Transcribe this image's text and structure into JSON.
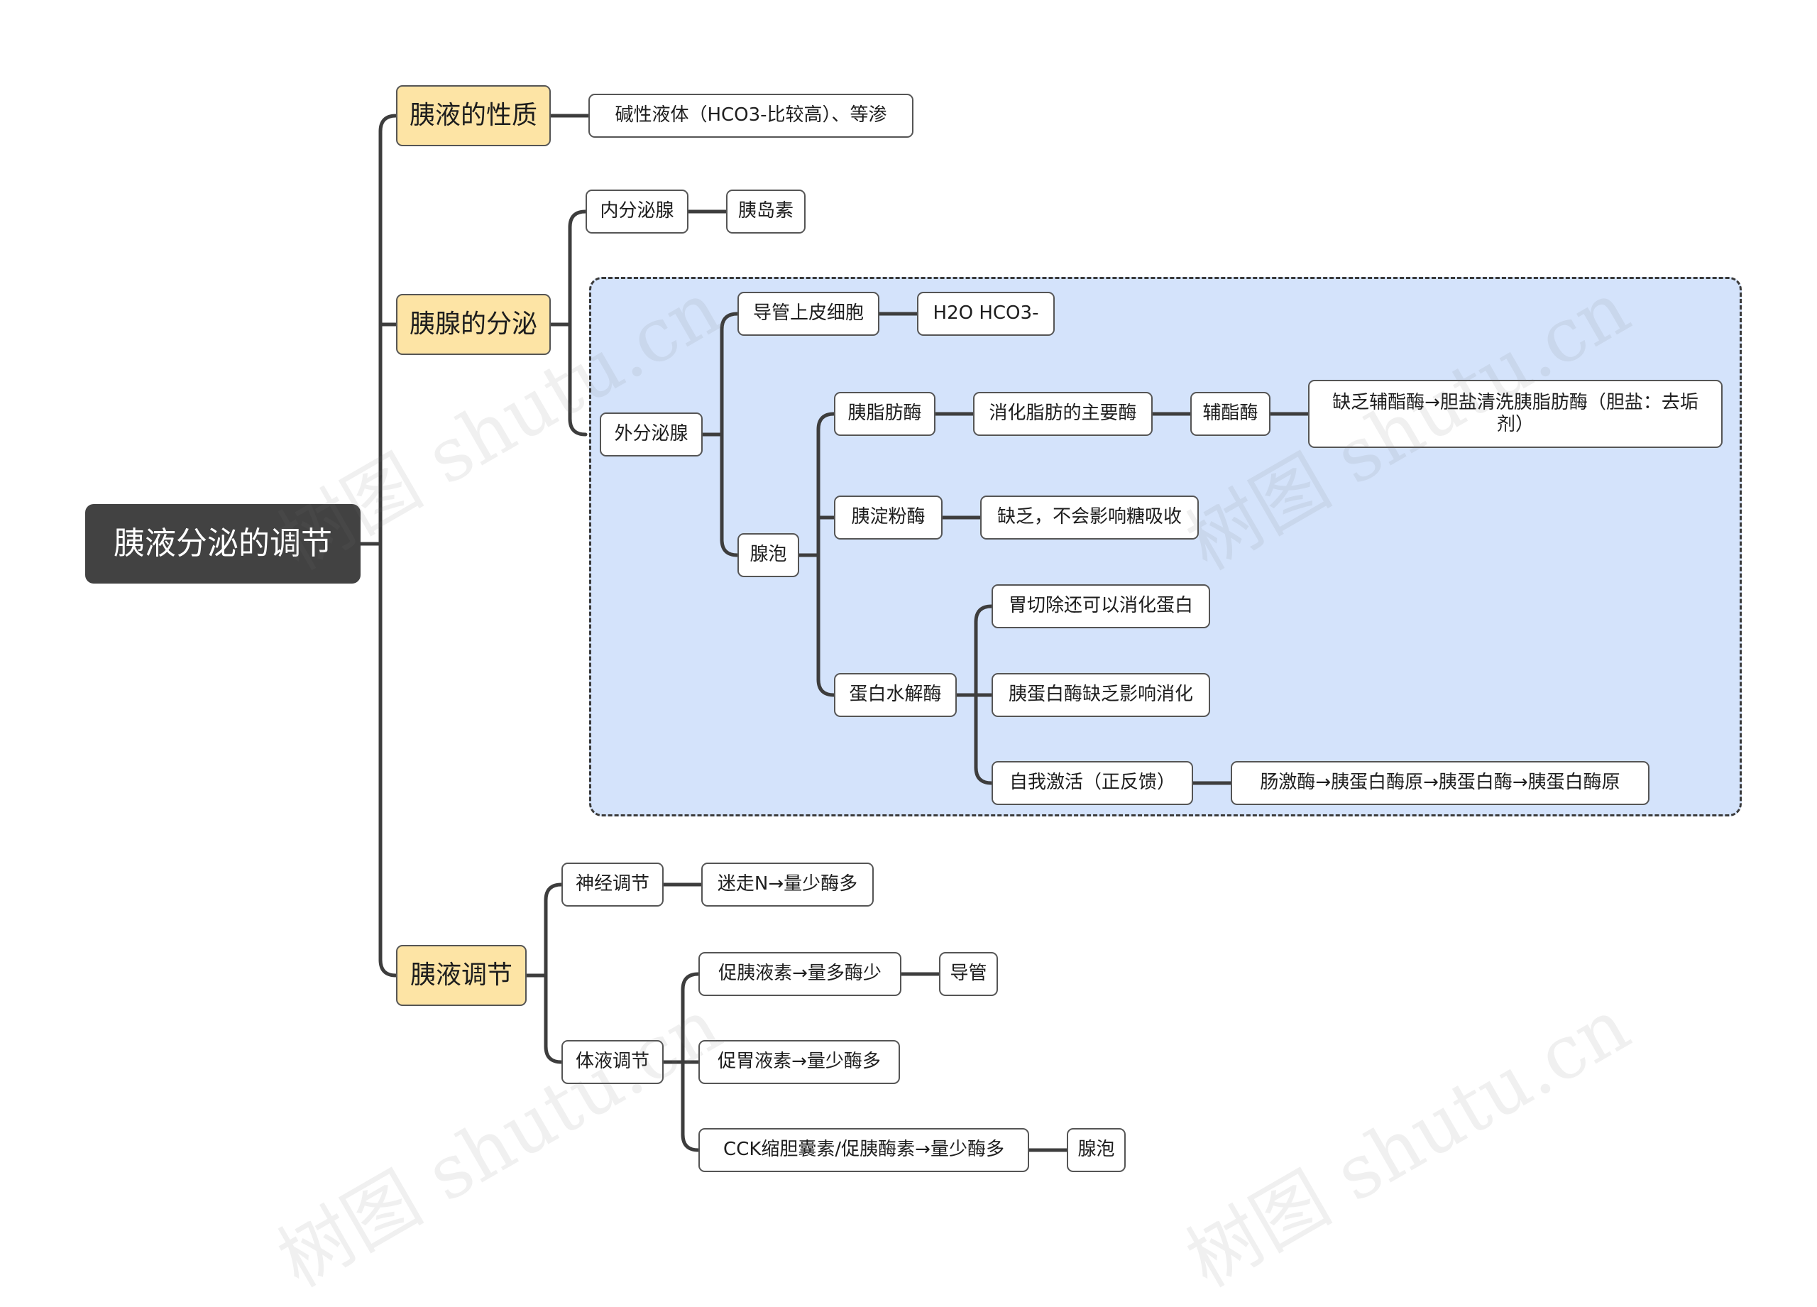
{
  "root": {
    "label": "胰液分泌的调节"
  },
  "branch1": {
    "label": "胰液的性质",
    "child": "碱性液体（HCO3-比较高）、等渗"
  },
  "branch2": {
    "label": "胰腺的分泌",
    "endocrine": {
      "label": "内分泌腺",
      "child": "胰岛素"
    },
    "exocrine": {
      "label": "外分泌腺",
      "duct": {
        "label": "导管上皮细胞",
        "child": "H2O HCO3-"
      },
      "acinus": {
        "label": "腺泡",
        "lipase": {
          "label": "胰脂肪酶",
          "c1": "消化脂肪的主要酶",
          "c2": "辅酯酶",
          "c3": "缺乏辅酯酶→胆盐清洗胰脂肪酶（胆盐：去垢剂）"
        },
        "amylase": {
          "label": "胰淀粉酶",
          "child": "缺乏，不会影响糖吸收"
        },
        "protease": {
          "label": "蛋白水解酶",
          "c1": "胃切除还可以消化蛋白",
          "c2": "胰蛋白酶缺乏影响消化",
          "c3": "自我激活（正反馈）",
          "c3_child": "肠激酶→胰蛋白酶原→胰蛋白酶→胰蛋白酶原"
        }
      }
    }
  },
  "branch3": {
    "label": "胰液调节",
    "neural": {
      "label": "神经调节",
      "child": "迷走N→量少酶多"
    },
    "humoral": {
      "label": "体液调节",
      "c1": "促胰液素→量多酶少",
      "c1_child": "导管",
      "c2": "促胃液素→量少酶多",
      "c3": "CCK缩胆囊素/促胰酶素→量少酶多",
      "c3_child": "腺泡"
    }
  },
  "watermark": "树图 shutu.cn"
}
